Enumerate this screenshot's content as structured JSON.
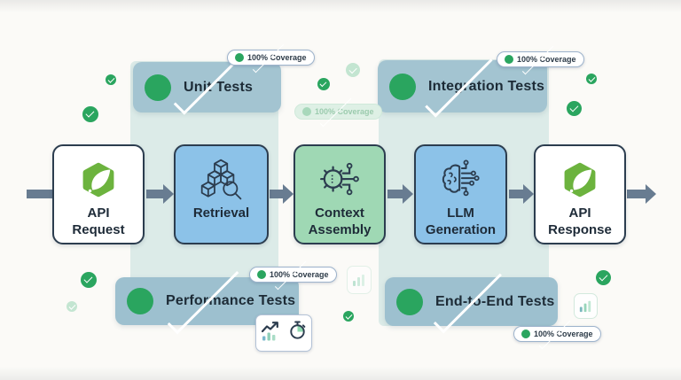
{
  "coverage": {
    "label": "100% Coverage"
  },
  "badges": {
    "unit": {
      "label": "Unit Tests"
    },
    "integration": {
      "label": "Integration Tests"
    },
    "performance": {
      "label": "Performance Tests"
    },
    "e2e": {
      "label": "End-to-End Tests"
    }
  },
  "flow": {
    "nodes": [
      {
        "label": "API Request",
        "icon": "spring-logo"
      },
      {
        "label": "Retrieval",
        "icon": "cubes-search"
      },
      {
        "label": "Context Assembly",
        "icon": "gear-circuit"
      },
      {
        "label": "LLM Generation",
        "icon": "brain-circuit"
      },
      {
        "label": "API Response",
        "icon": "spring-logo"
      }
    ]
  },
  "decorations": {
    "check_icon": "check-circle",
    "bar_chart_icon": "bar-chart",
    "performance_card_icons": [
      "trend-chart",
      "stopwatch"
    ]
  },
  "colors": {
    "badge_teal": "#a3c4d1",
    "badge_teal_bottom": "#9dc0cf",
    "band_teal": "#dcebe8",
    "box_blue": "#8cc2e8",
    "box_green": "#9fd8b4",
    "box_border": "#2c3d4f",
    "arrow_gray": "#687c91",
    "check_green": "#2aa55f",
    "spring_green": "#6cb33e"
  }
}
